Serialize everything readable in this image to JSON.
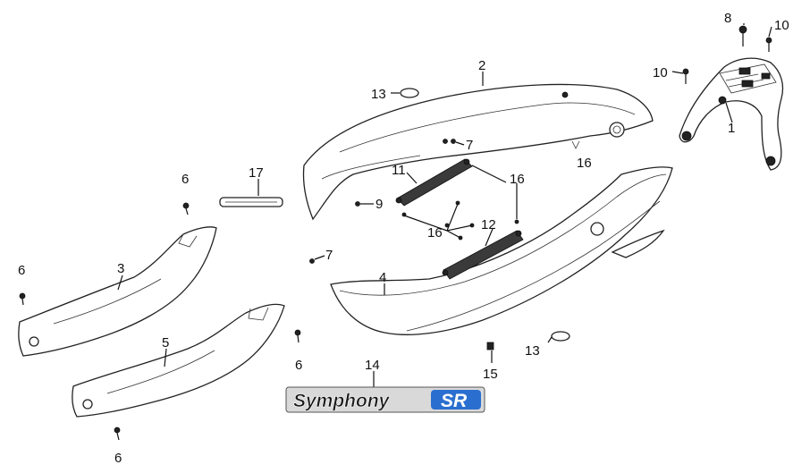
{
  "diagram": {
    "labels": {
      "l1": "1",
      "l2": "2",
      "l3": "3",
      "l4": "4",
      "l5": "5",
      "l6a": "6",
      "l6b": "6",
      "l6c": "6",
      "l6d": "6",
      "l7a": "7",
      "l7b": "7",
      "l8": "8",
      "l9": "9",
      "l10a": "10",
      "l10b": "10",
      "l11": "11",
      "l12": "12",
      "l13a": "13",
      "l13b": "13",
      "l14": "14",
      "l15": "15",
      "l16a": "16",
      "l16b": "16",
      "l16c": "16",
      "l17": "17"
    },
    "logo": {
      "brand": "Symphony",
      "model": "SR"
    },
    "colors": {
      "line": "#111111",
      "logo_dark": "#1a1a1a",
      "logo_blue": "#2a6fd0"
    }
  }
}
